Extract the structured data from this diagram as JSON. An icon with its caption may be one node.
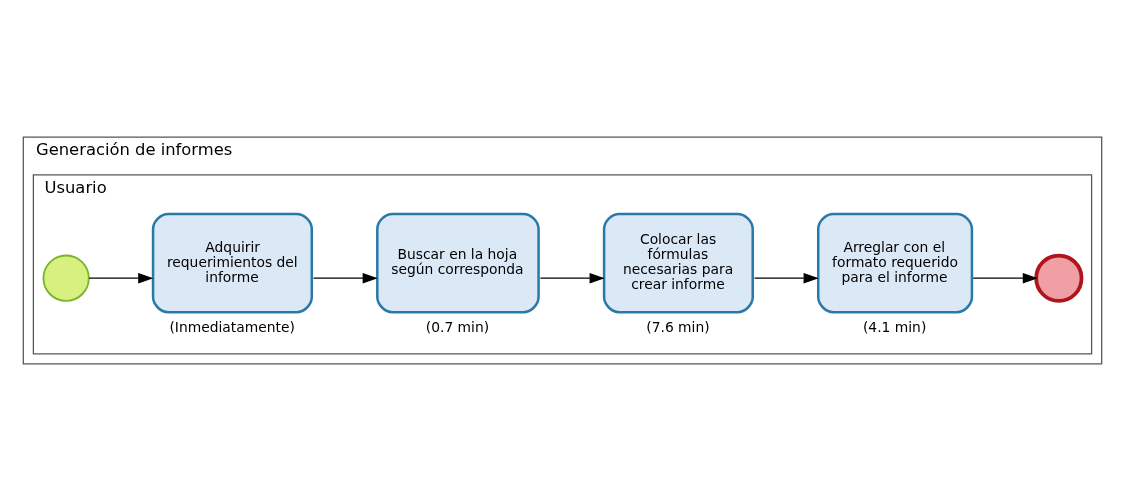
{
  "diagram": {
    "nodes": [
      {
        "text": [
          "Generación de informes"
        ]
      },
      {
        "text": [
          "Usuario"
        ],
        "in": 0
      },
      {
        "text": [],
        "shape": "circle",
        "in": 1
      },
      {
        "text": [
          "Adquirir requerimientos del informe"
        ],
        "beside": [
          "(Inmediatamente)"
        ],
        "in": 1
      },
      {
        "text": [
          "Buscar en la hoja según corresponda"
        ],
        "beside": [
          "(0.7 min)"
        ],
        "in": 1
      },
      {
        "text": [
          "Colocar las fórmulas necesarias para crear informe"
        ],
        "beside": [
          "(7.6 min)"
        ],
        "in": 1
      },
      {
        "text": [
          "Arreglar con el formato requerido para el informe"
        ],
        "beside": [
          "(4.1 min)"
        ],
        "in": 1
      },
      {
        "text": [],
        "shape": "circle",
        "in": 1
      }
    ],
    "edges": [
      {
        "from": 2,
        "to": 3,
        "arrow": "to"
      },
      {
        "from": 3,
        "to": 4,
        "arrow": "to"
      },
      {
        "from": 4,
        "to": 5,
        "arrow": "to"
      },
      {
        "from": 5,
        "to": 6,
        "arrow": "to"
      },
      {
        "from": 6,
        "to": 7,
        "arrow": "to"
      }
    ]
  }
}
